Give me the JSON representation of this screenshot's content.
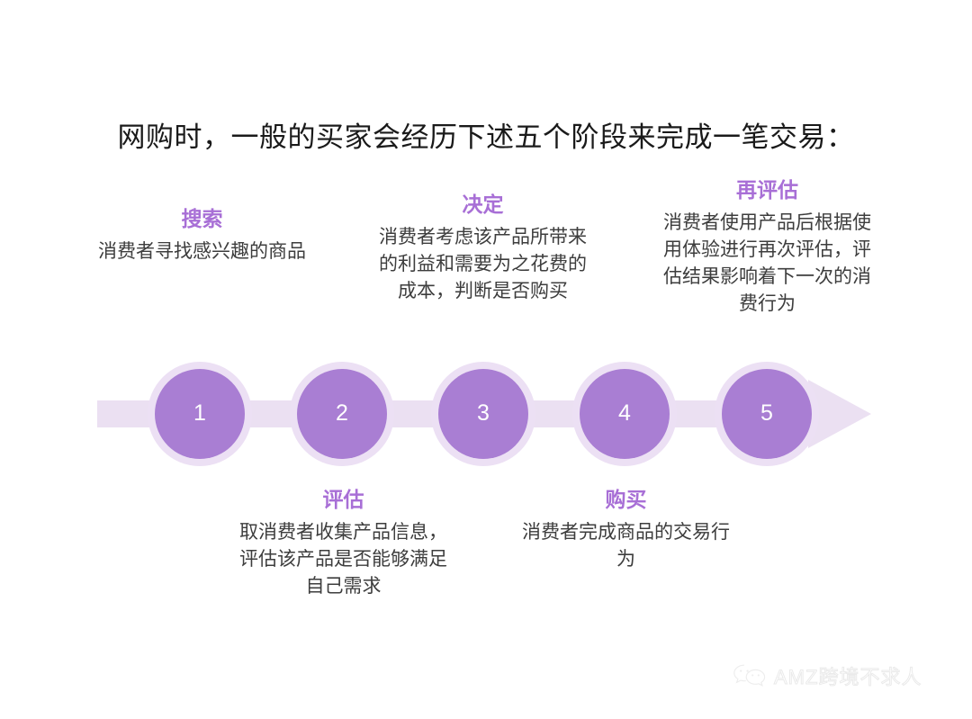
{
  "slide": {
    "title": "网购时，一般的买家会经历下述五个阶段来完成一笔交易：",
    "background_color": "#ffffff",
    "accent_color": "#a86fd6",
    "node_fill_color": "#a97ed3",
    "node_halo_color": "#ece0f4",
    "arrow_color": "#ebe0f2",
    "body_text_color": "#3d3d3d"
  },
  "timeline": {
    "arrow_direction": "right",
    "nodes": [
      {
        "number": "1"
      },
      {
        "number": "2"
      },
      {
        "number": "3"
      },
      {
        "number": "4"
      },
      {
        "number": "5"
      }
    ]
  },
  "stages": [
    {
      "number": "1",
      "heading": "搜索",
      "body": "消费者寻找感兴趣的商品",
      "position": "above"
    },
    {
      "number": "2",
      "heading": "评估",
      "body": "取消费者收集产品信息，评估该产品是否能够满足自己需求",
      "position": "below"
    },
    {
      "number": "3",
      "heading": "决定",
      "body": "消费者考虑该产品所带来的利益和需要为之花费的成本，判断是否购买",
      "position": "above"
    },
    {
      "number": "4",
      "heading": "购买",
      "body": "消费者完成商品的交易行为",
      "position": "below"
    },
    {
      "number": "5",
      "heading": "再评估",
      "body": "消费者使用产品后根据使用体验进行再次评估，评估结果影响着下一次的消费行为",
      "position": "above"
    }
  ],
  "watermark": {
    "icon": "wechat-icon",
    "text": "AMZ跨境不求人"
  }
}
